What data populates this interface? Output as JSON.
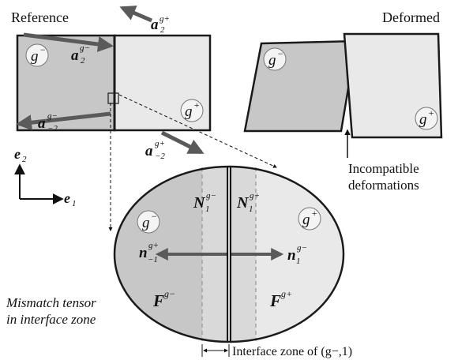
{
  "labels": {
    "reference": "Reference",
    "deformed": "Deformed",
    "incompatible_line1": "Incompatible",
    "incompatible_line2": "deformations",
    "mismatch_line1": "Mismatch tensor",
    "mismatch_line2": "in interface zone",
    "interface_zone": "Interface zone of (g−,1)"
  },
  "grains": {
    "minus": {
      "base": "g",
      "sup": "−"
    },
    "plus": {
      "base": "g",
      "sup": "+"
    }
  },
  "vectors": {
    "a2_plus": {
      "base": "a",
      "sub": "2",
      "sup": "g+"
    },
    "a2_minus": {
      "base": "a",
      "sub": "2",
      "sup": "g−"
    },
    "a_neg2_minus": {
      "base": "a",
      "sub": "−2",
      "sup": "g−"
    },
    "a_neg2_plus": {
      "base": "a",
      "sub": "−2",
      "sup": "g+"
    },
    "e2": {
      "base": "e",
      "sub": "2"
    },
    "e1": {
      "base": "e",
      "sub": "1"
    },
    "N1_minus": {
      "base": "N",
      "sub": "1",
      "sup": "g−"
    },
    "N1_plus": {
      "base": "N",
      "sub": "1",
      "sup": "g+"
    },
    "n_neg1_plus": {
      "base": "n",
      "sub": "−1",
      "sup": "g+"
    },
    "n1_minus": {
      "base": "n",
      "sub": "1",
      "sup": "g−"
    },
    "F_minus": {
      "base": "F",
      "sup": "g−"
    },
    "F_plus": {
      "base": "F",
      "sup": "g+"
    }
  },
  "colors": {
    "grain_dark": "#c7c7c7",
    "grain_light": "#e9e9e9",
    "zone_light": "#d9d9d9",
    "arrow": "#5a5a5a",
    "stroke": "#1a1a1a"
  }
}
